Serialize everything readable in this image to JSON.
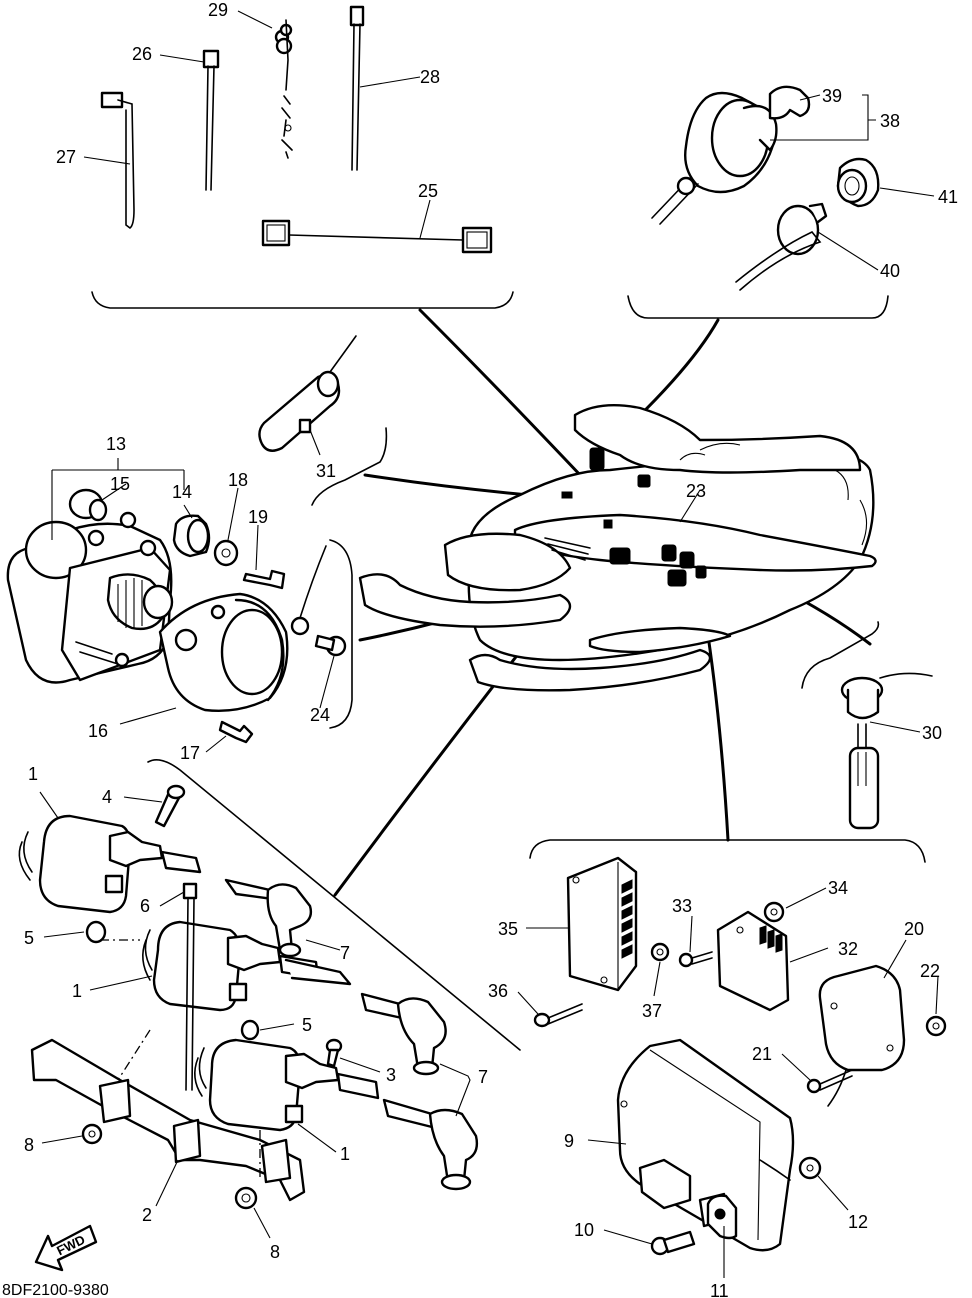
{
  "diagram": {
    "code": "8DF2100-9380",
    "fwd_label": "FWD",
    "callouts": {
      "p1a": "1",
      "p1b": "1",
      "p1c": "1",
      "p2": "2",
      "p3": "3",
      "p4": "4",
      "p5a": "5",
      "p5b": "5",
      "p6": "6",
      "p7a": "7",
      "p7b": "7",
      "p8a": "8",
      "p8b": "8",
      "p9": "9",
      "p10": "10",
      "p11": "11",
      "p12": "12",
      "p13": "13",
      "p14": "14",
      "p15": "15",
      "p16": "16",
      "p17": "17",
      "p18": "18",
      "p19": "19",
      "p20": "20",
      "p21": "21",
      "p22": "22",
      "p23": "23",
      "p24": "24",
      "p25": "25",
      "p26": "26",
      "p27": "27",
      "p28": "28",
      "p29": "29",
      "p30": "30",
      "p31": "31",
      "p32": "32",
      "p33": "33",
      "p34": "34",
      "p35": "35",
      "p36": "36",
      "p37": "37",
      "p38": "38",
      "p39": "39",
      "p40": "40",
      "p41": "41"
    }
  }
}
